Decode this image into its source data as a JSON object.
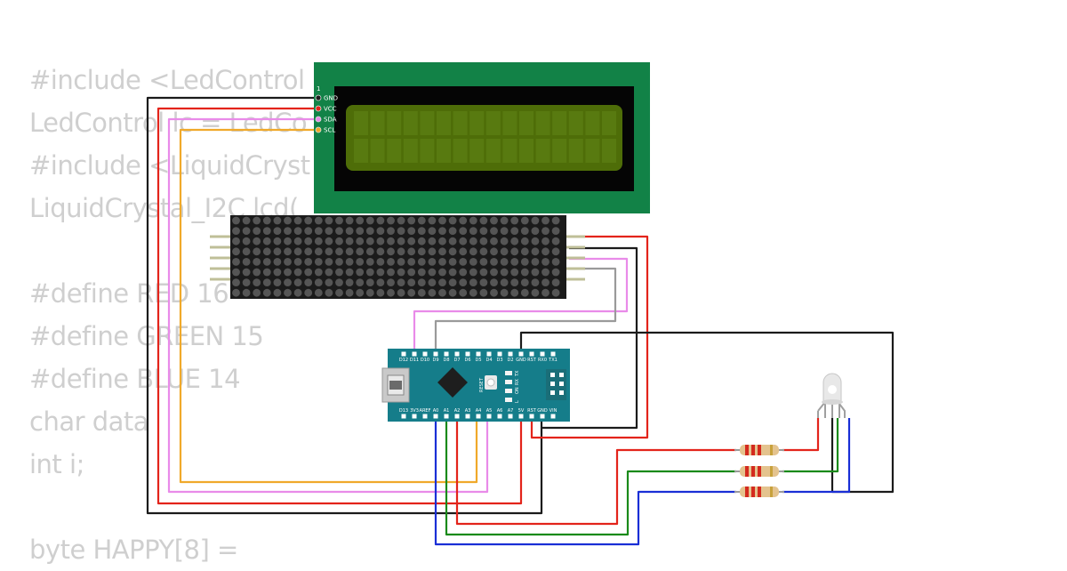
{
  "code_lines": [
    "#include <LedControl",
    "LedControl lc = LedCo",
    "#include <LiquidCryst",
    "LiquidCrystal_I2C lcd(",
    "",
    "#define RED 16",
    "#define GREEN 15",
    "#define BLUE 14",
    "char data",
    "int i;",
    "",
    "byte HAPPY[8] ="
  ],
  "lcd": {
    "pin1_label": "1",
    "pins": [
      "GND",
      "VCC",
      "SDA",
      "SCL"
    ]
  },
  "nano": {
    "top_pins": [
      "D12",
      "D11",
      "D10",
      "D9",
      "D8",
      "D7",
      "D6",
      "D5",
      "D4",
      "D3",
      "D2",
      "GND",
      "RST",
      "RX0",
      "TX1"
    ],
    "bottom_pins": [
      "D13",
      "3V3",
      "AREF",
      "A0",
      "A1",
      "A2",
      "A3",
      "A4",
      "A5",
      "A6",
      "A7",
      "5V",
      "RST",
      "GND",
      "VIN"
    ],
    "reset_label": "RESET",
    "led_labels": [
      "TX",
      "RX",
      "ON",
      "L"
    ]
  },
  "colors": {
    "wire_red": "#e3241b",
    "wire_black": "#1b1b1b",
    "wire_pink": "#e98be9",
    "wire_orange": "#f0a92a",
    "wire_blue": "#1a2fd6",
    "wire_green": "#1a8a1a",
    "wire_gray": "#9a9a9a",
    "lcd_board": "#128247",
    "lcd_screen": "#4e6d08",
    "nano_board": "#157d8a",
    "matrix_body": "#1b1b1b"
  }
}
